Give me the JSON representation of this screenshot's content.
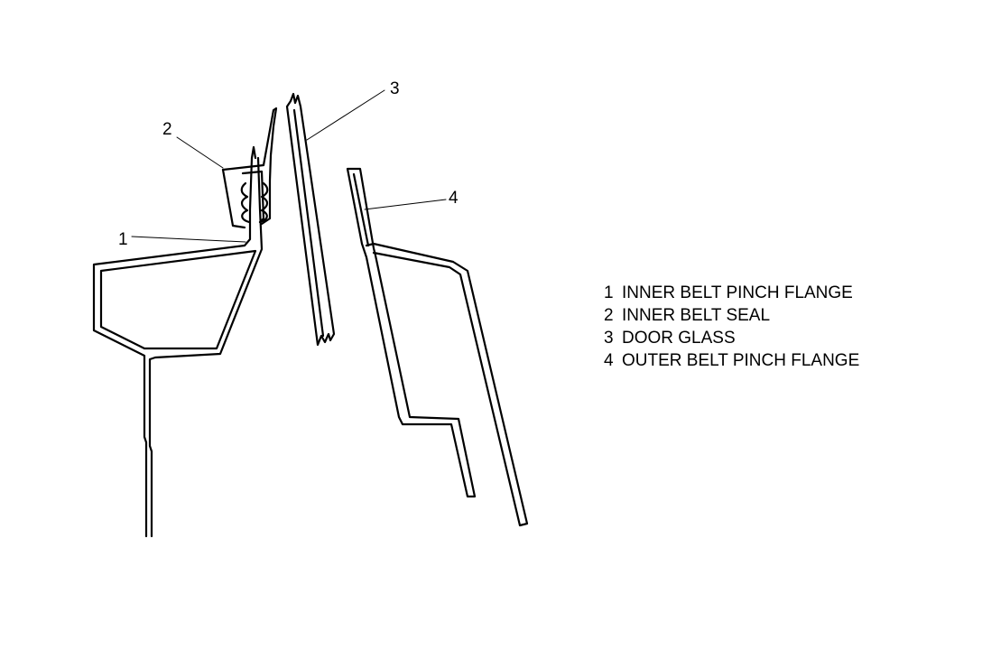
{
  "diagram": {
    "callouts": [
      {
        "id": "1",
        "text": "1"
      },
      {
        "id": "2",
        "text": "2"
      },
      {
        "id": "3",
        "text": "3"
      },
      {
        "id": "4",
        "text": "4"
      }
    ],
    "legend": [
      {
        "num": "1",
        "label": "INNER BELT PINCH FLANGE"
      },
      {
        "num": "2",
        "label": "INNER BELT SEAL"
      },
      {
        "num": "3",
        "label": "DOOR GLASS"
      },
      {
        "num": "4",
        "label": "OUTER BELT PINCH FLANGE"
      }
    ],
    "colors": {
      "ink": "#000000",
      "background": "#ffffff"
    }
  }
}
